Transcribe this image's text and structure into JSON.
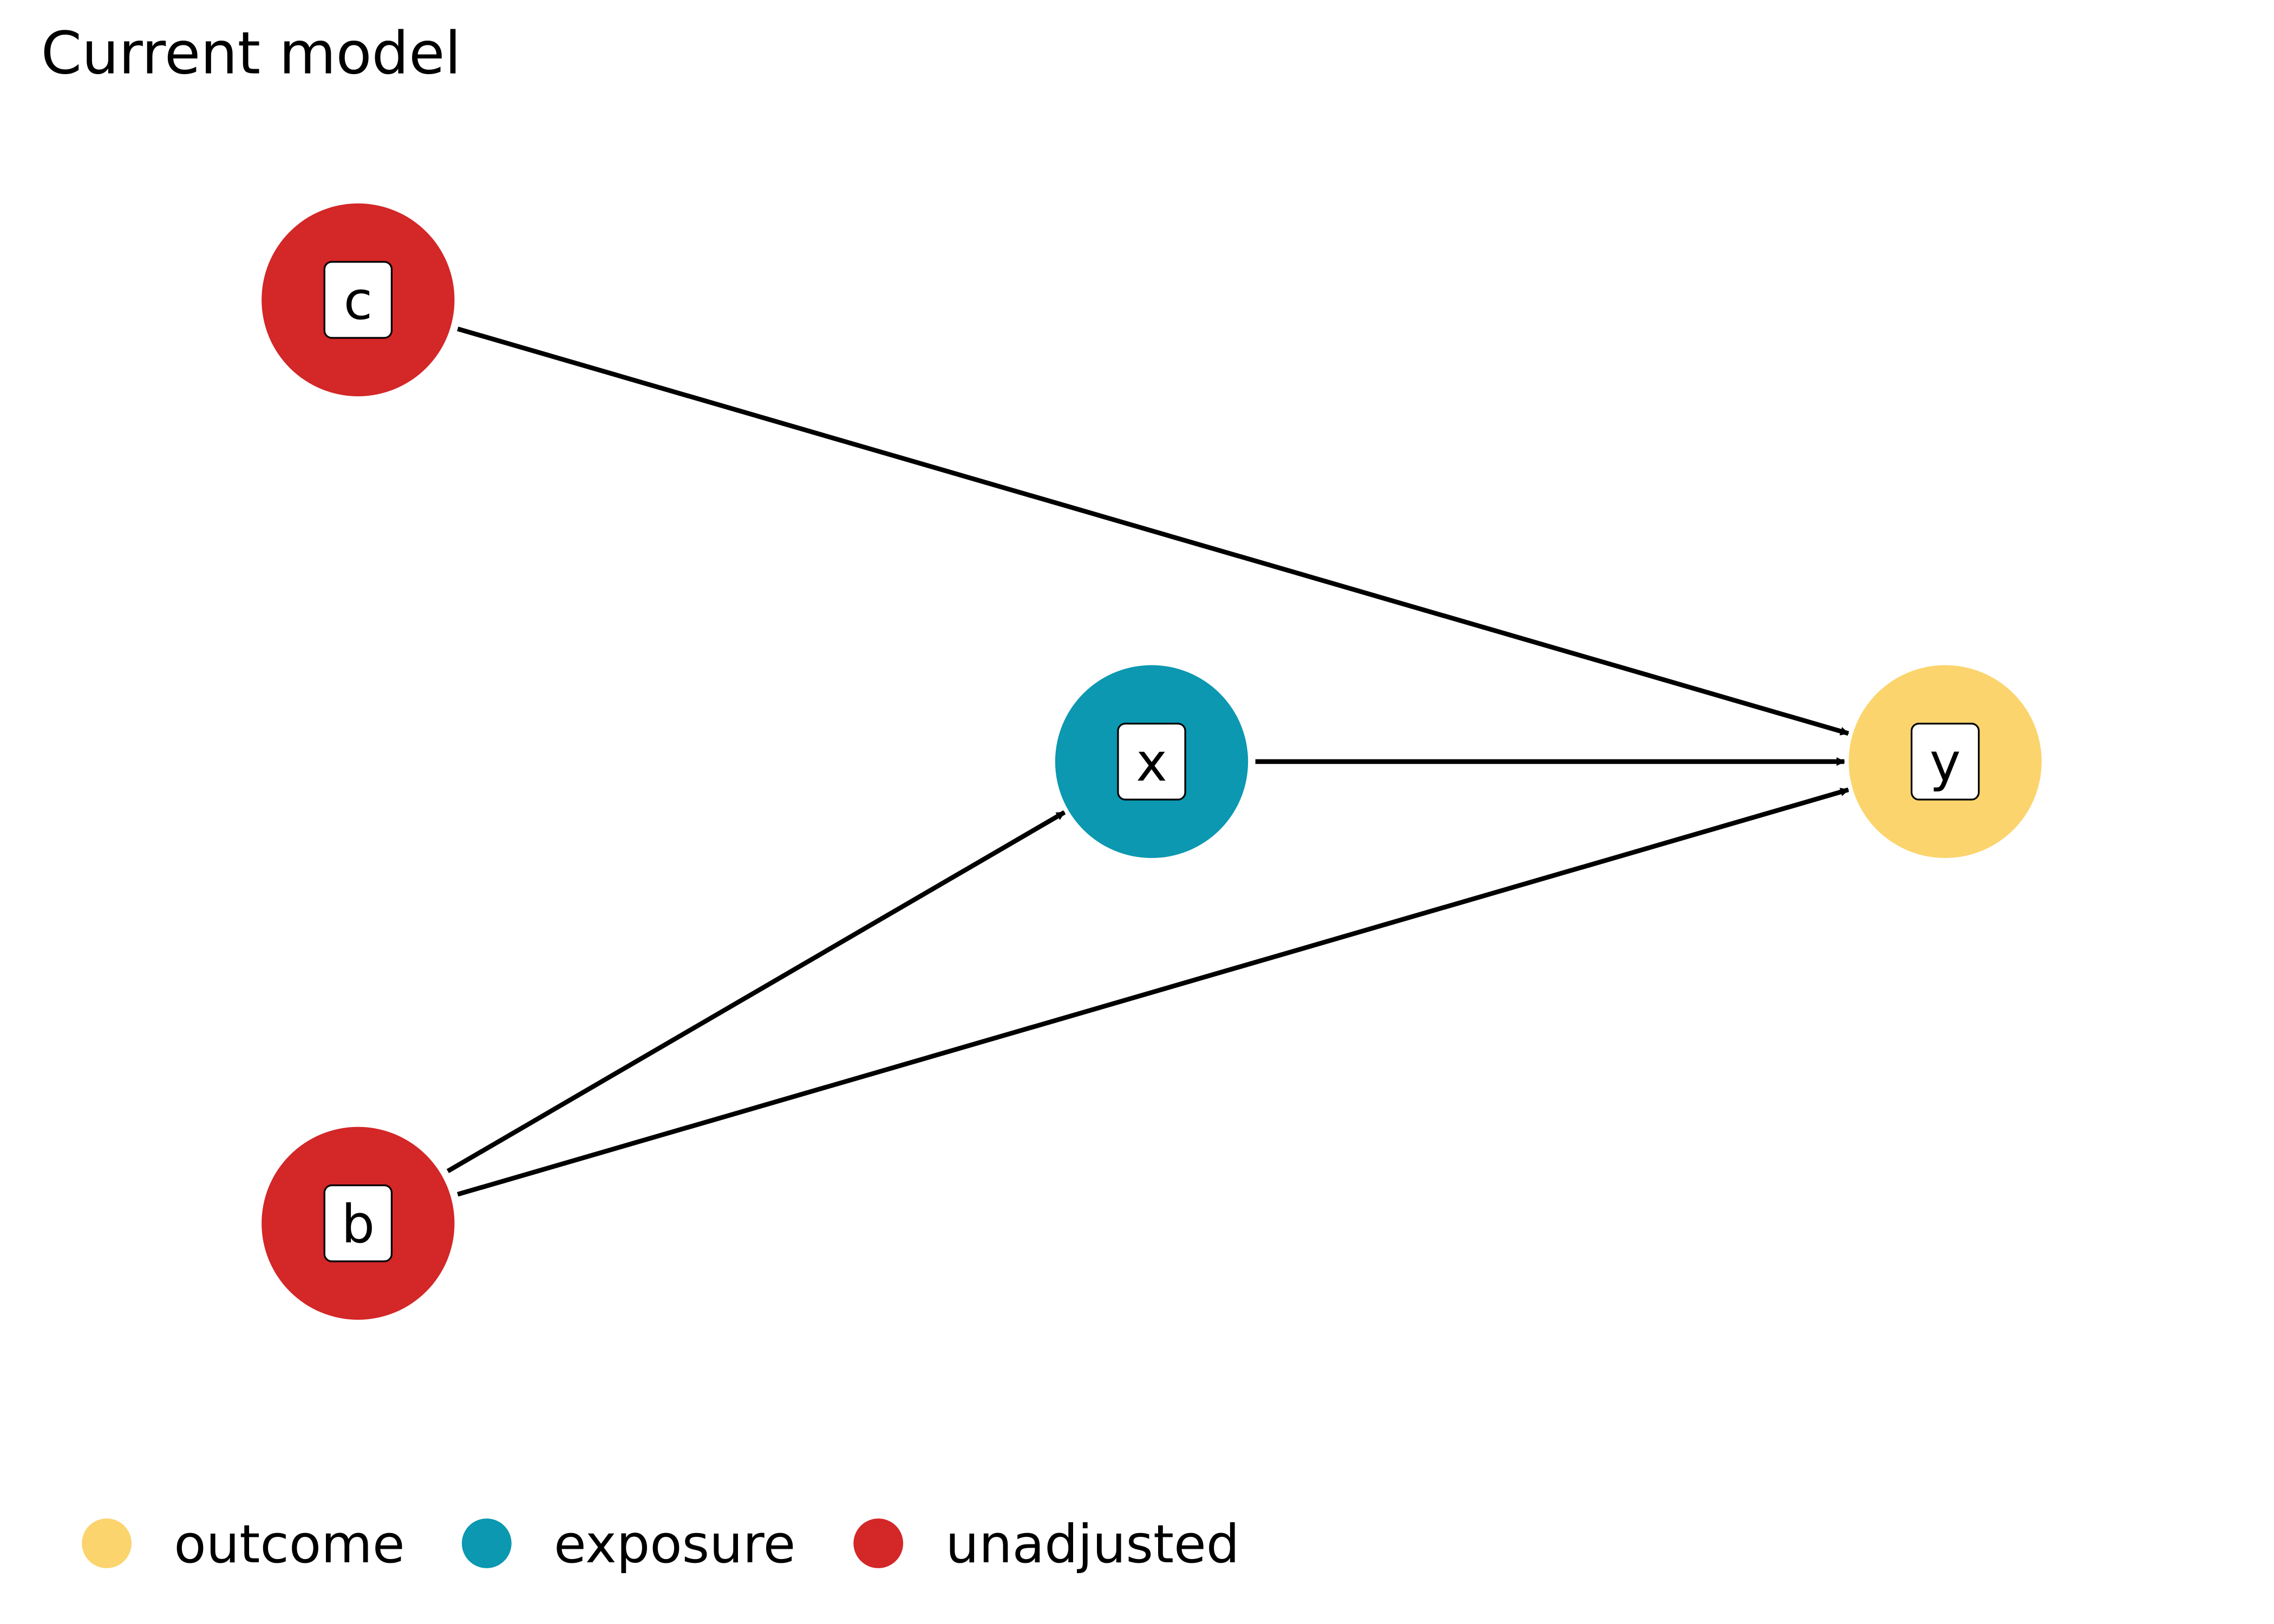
{
  "title": "Current model",
  "colors": {
    "outcome": "#FBD46D",
    "exposure": "#0B98B0",
    "unadjusted": "#D32728",
    "edge": "#000000"
  },
  "nodes": [
    {
      "id": "c",
      "label": "c",
      "status": "unadjusted"
    },
    {
      "id": "x",
      "label": "x",
      "status": "exposure"
    },
    {
      "id": "y",
      "label": "y",
      "status": "outcome"
    },
    {
      "id": "b",
      "label": "b",
      "status": "unadjusted"
    }
  ],
  "edges": [
    {
      "from": "c",
      "to": "y"
    },
    {
      "from": "x",
      "to": "y"
    },
    {
      "from": "b",
      "to": "x"
    },
    {
      "from": "b",
      "to": "y"
    }
  ],
  "legend": [
    {
      "status": "outcome",
      "label": "outcome"
    },
    {
      "status": "exposure",
      "label": "exposure"
    },
    {
      "status": "unadjusted",
      "label": "unadjusted"
    }
  ]
}
